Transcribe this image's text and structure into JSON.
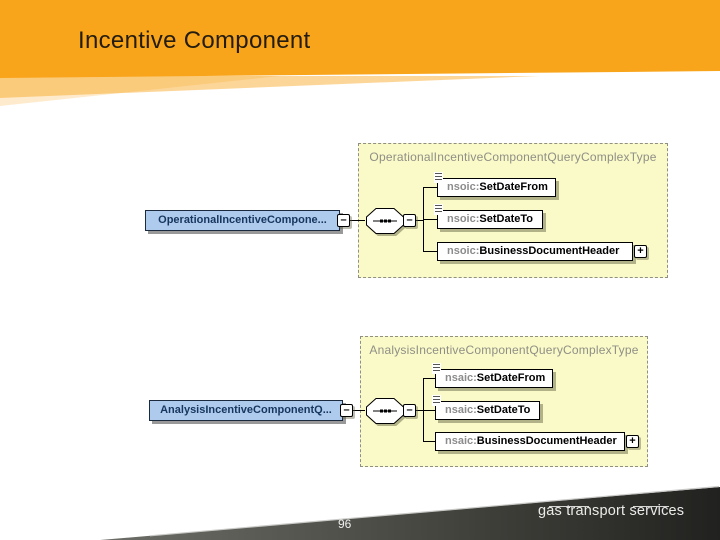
{
  "slide": {
    "title": "Incentive Component",
    "page_number": "96",
    "logo_text": "gas transport services"
  },
  "colors": {
    "header_orange": "#F9A51B",
    "complex_box_fill": "#FAF9C8",
    "complex_box_border": "#8F8F86",
    "root_box_fill": "#AECBEE",
    "root_text": "#17365D",
    "footer_dark": "#2B2B29"
  },
  "diagrams": [
    {
      "complex_type_label": "OperationalIncentiveComponentQueryComplexType",
      "root_label": "OperationalIncentiveCompone...",
      "root_collapse_glyph": "–",
      "sequence_collapse_glyph": "–",
      "children": [
        {
          "prefix": "nsoic:",
          "name": "SetDateFrom"
        },
        {
          "prefix": "nsoic:",
          "name": "SetDateTo"
        },
        {
          "prefix": "nsoic:",
          "name": "BusinessDocumentHeader",
          "expand_glyph": "+"
        }
      ]
    },
    {
      "complex_type_label": "AnalysisIncentiveComponentQueryComplexType",
      "root_label": "AnalysisIncentiveComponentQ...",
      "root_collapse_glyph": "–",
      "sequence_collapse_glyph": "–",
      "children": [
        {
          "prefix": "nsaic:",
          "name": "SetDateFrom"
        },
        {
          "prefix": "nsaic:",
          "name": "SetDateTo"
        },
        {
          "prefix": "nsaic:",
          "name": "BusinessDocumentHeader",
          "expand_glyph": "+"
        }
      ]
    }
  ]
}
